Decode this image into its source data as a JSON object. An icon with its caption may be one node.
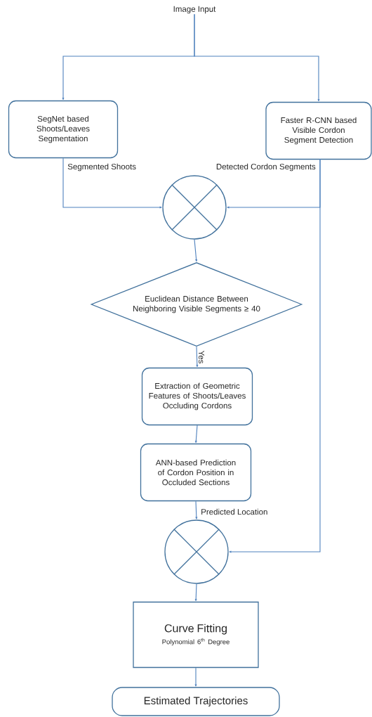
{
  "diagram": {
    "nodes": [
      {
        "text": [
          "Image Input"
        ]
      },
      {
        "text": [
          "SegNet based Shoots/Leaves Segmentation"
        ]
      },
      {
        "text": [
          "Faster R-CNN based Visible Cordon Segment Detection"
        ]
      },
      {
        "text": [],
        "shape": "circle"
      },
      {
        "text": [
          "Euclidean Distance Between Neighboring Visible Segments ≥ 40"
        ]
      },
      {
        "text": [
          "Extraction of Geometric Features of Shoots/Leaves Occluding Cordons"
        ]
      },
      {
        "text": [
          "ANN-based Prediction of Cordon Position in Occluded Sections"
        ]
      },
      {
        "text": [],
        "shape": "circle"
      },
      {
        "text": [
          "Curve Fitting",
          "Polynomial 6$^{th}$ Degree"
        ]
      },
      {
        "text": [
          "Estimated Trajectories"
        ]
      }
    ],
    "edges": [
      {
        "from": 0,
        "to": 1,
        "arrow": "to"
      },
      {
        "from": 0,
        "to": 2,
        "arrow": "to"
      },
      {
        "from": 1,
        "to": 3,
        "arrow": "to",
        "label": "Segmented Shoots"
      },
      {
        "from": 2,
        "to": 3,
        "arrow": "to",
        "label": "Detected Cordon Segments"
      },
      {
        "from": 3,
        "to": 4,
        "arrow": "to"
      },
      {
        "from": 4,
        "to": 5,
        "arrow": "to",
        "label": "Yes"
      },
      {
        "from": 5,
        "to": 6,
        "arrow": "to"
      },
      {
        "from": 6,
        "to": 7,
        "arrow": "to",
        "label": "Predicted Location"
      },
      {
        "from": 2,
        "to": 7,
        "arrow": "to"
      },
      {
        "from": 7,
        "to": 8,
        "arrow": "to"
      },
      {
        "from": 8,
        "to": 9,
        "arrow": "to"
      }
    ]
  }
}
